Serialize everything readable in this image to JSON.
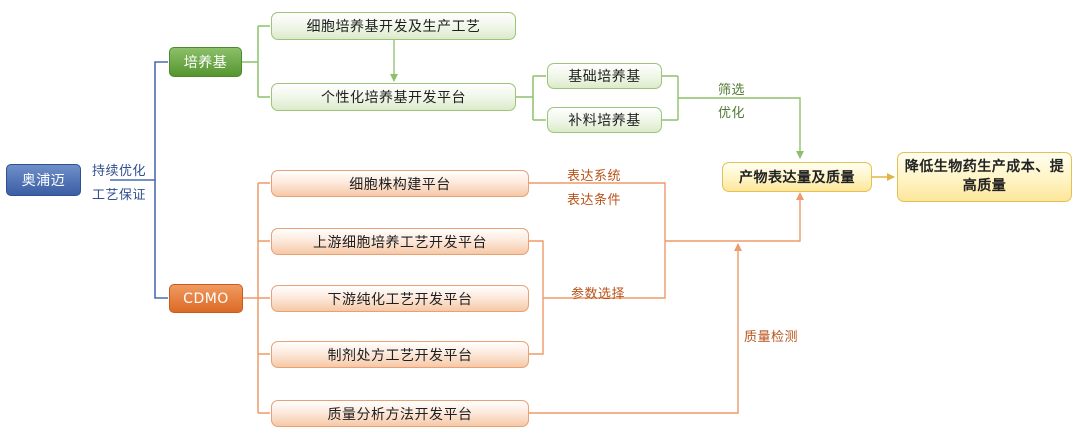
{
  "root": {
    "label": "奥浦迈",
    "edge_top": "持续优化",
    "edge_bottom": "工艺保证"
  },
  "hubs": {
    "medium": "培养基",
    "cdmo": "CDMO"
  },
  "medium_branch": {
    "dev": "细胞培养基开发及生产工艺",
    "platform": "个性化培养基开发平台",
    "basic": "基础培养基",
    "feed": "补料培养基",
    "edge_top": "筛选",
    "edge_bottom": "优化"
  },
  "cdmo_branch": {
    "cell_line": "细胞株构建平台",
    "upstream": "上游细胞培养工艺开发平台",
    "downstream": "下游纯化工艺开发平台",
    "formulation": "制剂处方工艺开发平台",
    "analytics": "质量分析方法开发平台",
    "edge_expr_system": "表达系统",
    "edge_expr_condition": "表达条件",
    "edge_param": "参数选择",
    "edge_quality_check": "质量检测"
  },
  "outcomes": {
    "expression": "产物表达量及质量",
    "final": "降低生物药生产成本、提高质量"
  },
  "colors": {
    "blue_line": "#4a6db0",
    "green_line": "#8ec06c",
    "orange_line": "#ee9a6a"
  }
}
